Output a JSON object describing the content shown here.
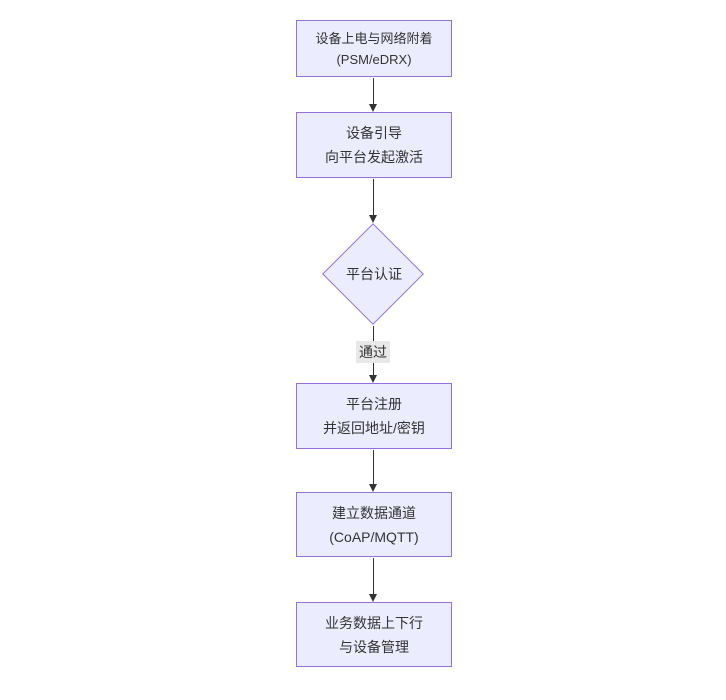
{
  "diagram": {
    "type": "flowchart",
    "direction": "top-down",
    "colors": {
      "node_fill": "#ECECFF",
      "node_border": "#9370DB",
      "text": "#333333",
      "edge": "#333333",
      "edge_label_bg": "#E8E8E8"
    },
    "nodes": [
      {
        "id": "A",
        "shape": "rect",
        "lines": [
          "设备上电与网络附着",
          "(PSM/eDRX)"
        ]
      },
      {
        "id": "B",
        "shape": "rect",
        "lines": [
          "设备引导",
          "向平台发起激活"
        ]
      },
      {
        "id": "C",
        "shape": "diamond",
        "lines": [
          "平台认证"
        ]
      },
      {
        "id": "D",
        "shape": "rect",
        "lines": [
          "平台注册",
          "并返回地址/密钥"
        ]
      },
      {
        "id": "E",
        "shape": "rect",
        "lines": [
          "建立数据通道",
          "(CoAP/MQTT)"
        ]
      },
      {
        "id": "F",
        "shape": "rect",
        "lines": [
          "业务数据上下行",
          "与设备管理"
        ]
      }
    ],
    "edges": [
      {
        "from": "A",
        "to": "B",
        "label": ""
      },
      {
        "from": "B",
        "to": "C",
        "label": ""
      },
      {
        "from": "C",
        "to": "D",
        "label": "通过"
      },
      {
        "from": "D",
        "to": "E",
        "label": ""
      },
      {
        "from": "E",
        "to": "F",
        "label": ""
      }
    ]
  }
}
